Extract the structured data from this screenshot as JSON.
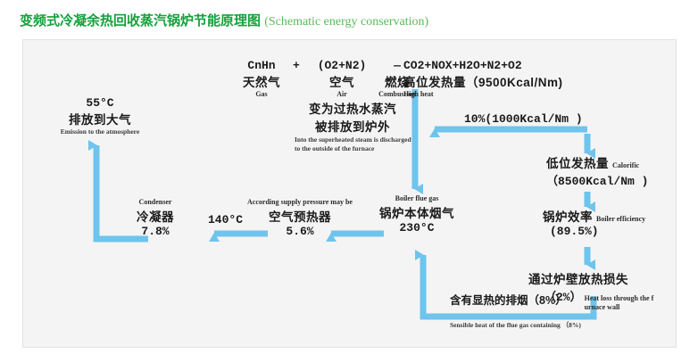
{
  "title": {
    "cn": "变频式冷凝余热回收蒸汽锅炉节能原理图",
    "en": "(Schematic energy conservation)",
    "color_cn": "#15a03c",
    "color_en": "#5cb85c"
  },
  "panel": {
    "background": "#f4f4f4",
    "border": "#e2e2e2"
  },
  "arrow_color": "#6ec4ec",
  "equation": {
    "reactant1": {
      "formula": "CnHn",
      "cn": "天然气",
      "en": "Gas"
    },
    "plus": "+",
    "reactant2": {
      "formula": "(O2+N2)",
      "cn": "空气",
      "en": "Air"
    },
    "arrow": "—",
    "process": {
      "cn": "燃烧",
      "en": "Combustion"
    },
    "product": {
      "formula": "CO2+NOX+H2O+N2+O2",
      "cn": "高位发热量（9500Kcal/Nm)",
      "en": "High heat"
    }
  },
  "nodes": {
    "emission": {
      "temp": "55°C",
      "cn": "排放到大气",
      "en": "Emission to the atmosphere"
    },
    "superheated": {
      "cn_line1": "变为过热水蒸汽",
      "cn_line2": "被排放到炉外",
      "en_line1": "Into the superheated steam is discharged",
      "en_line2": "to the outside of the furnace"
    },
    "ten_percent": {
      "label": "10%(1000Kcal/Nm )"
    },
    "calorific": {
      "cn": "低位发热量",
      "en": "Calorific",
      "value": "（8500Kcal/Nm )"
    },
    "boiler_efficiency": {
      "cn": "锅炉效率",
      "en": "Boiler efficiency",
      "value": "(89.5%)"
    },
    "wall_loss": {
      "cn": "通过炉壁放热损失",
      "value": "（2%）",
      "en_line1": "Heat loss through the f",
      "en_line2": "urnace wall"
    },
    "flue_gas_sensible": {
      "cn": "含有显热的排烟（8%）",
      "en": "Sensible heat of the flue gas containing （8%)"
    },
    "boiler_flue_gas": {
      "en": "Boiler flue gas",
      "cn": "锅炉本体烟气",
      "temp": "230°C"
    },
    "air_preheater": {
      "en": "According supply pressure may be",
      "cn": "空气预热器",
      "value": "5.6%"
    },
    "temp_140": {
      "label": "140°C"
    },
    "condenser": {
      "en": "Condenser",
      "cn": "冷凝器",
      "value": "7.8%"
    }
  }
}
